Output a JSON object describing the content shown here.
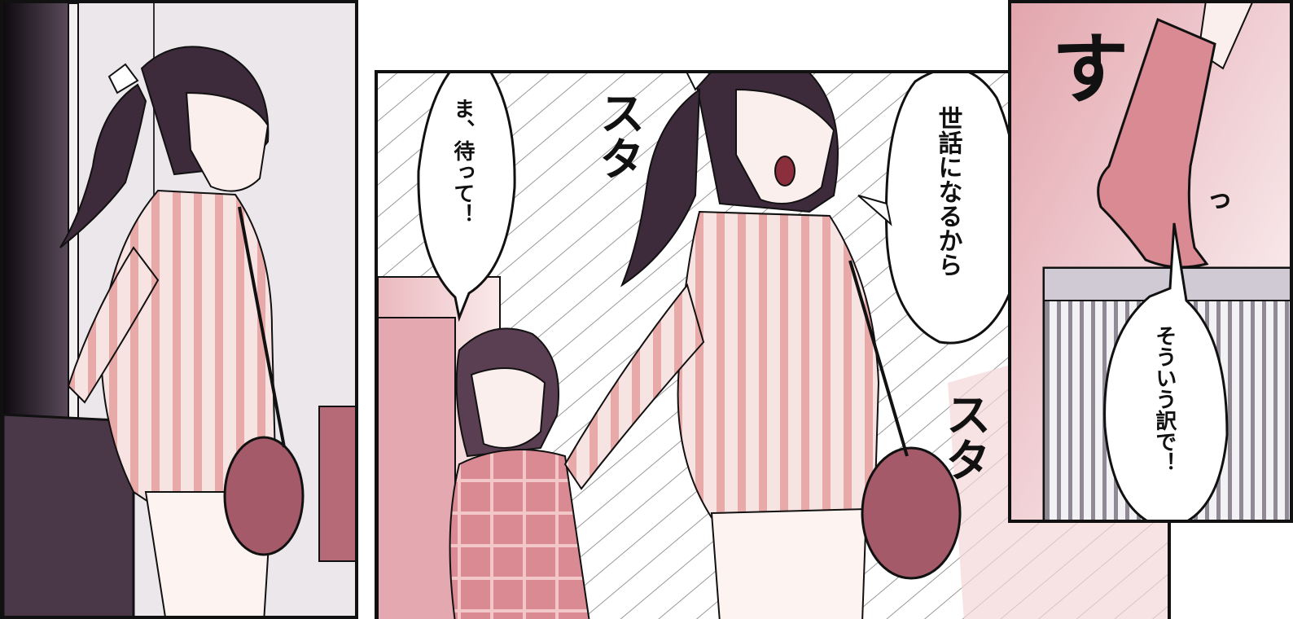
{
  "panels": [
    {
      "id": "left",
      "description_free": true
    },
    {
      "id": "center"
    },
    {
      "id": "right"
    }
  ],
  "dialogue": {
    "wait": "ま、待って！",
    "care": "世話になるから",
    "reason": "そういう訳で！"
  },
  "sfx": {
    "suta_top": "スタ",
    "suta_bottom": "スタ",
    "su": "す",
    "tsu": "っ"
  },
  "colors": {
    "ink": "#111111",
    "pink": "#d98a92",
    "pink_light": "#f3d6d6",
    "purple_dark": "#3d2a3a",
    "bag": "#a45a68",
    "couch": "#4a3848"
  }
}
